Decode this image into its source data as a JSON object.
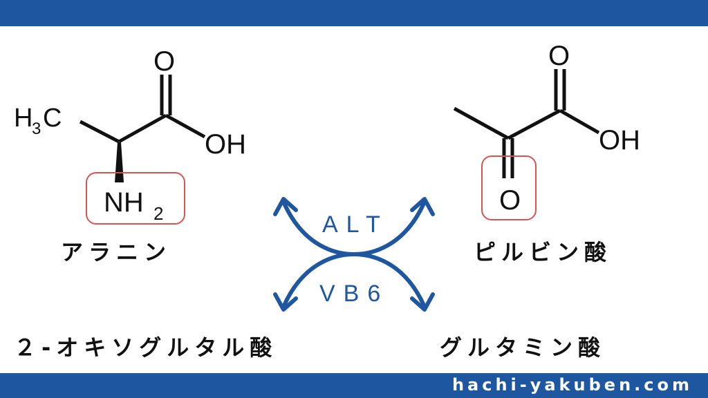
{
  "alanine": {
    "name": "アラニン",
    "atoms": {
      "methyl": "H",
      "methyl_c": "C",
      "sub3": "3",
      "carbonyl_o": "O",
      "hydroxyl": "OH",
      "amino": "NH",
      "sub2": "2"
    }
  },
  "pyruvic_acid": {
    "name": "ピルビン酸",
    "atoms": {
      "carbonyl_o": "O",
      "hydroxyl": "OH",
      "keto_o": "O"
    }
  },
  "oxoglutaric_acid": {
    "name": "２-オキソグルタル酸"
  },
  "glutamic_acid": {
    "name": "グルタミン酸"
  },
  "enzymes": {
    "top": "ALT",
    "bottom": "VB6"
  },
  "footer": {
    "site": "hachi-yakuben.com"
  },
  "colors": {
    "brand_blue": "#1f56a0",
    "highlight_box": "#d9534f",
    "text": "#111111"
  }
}
